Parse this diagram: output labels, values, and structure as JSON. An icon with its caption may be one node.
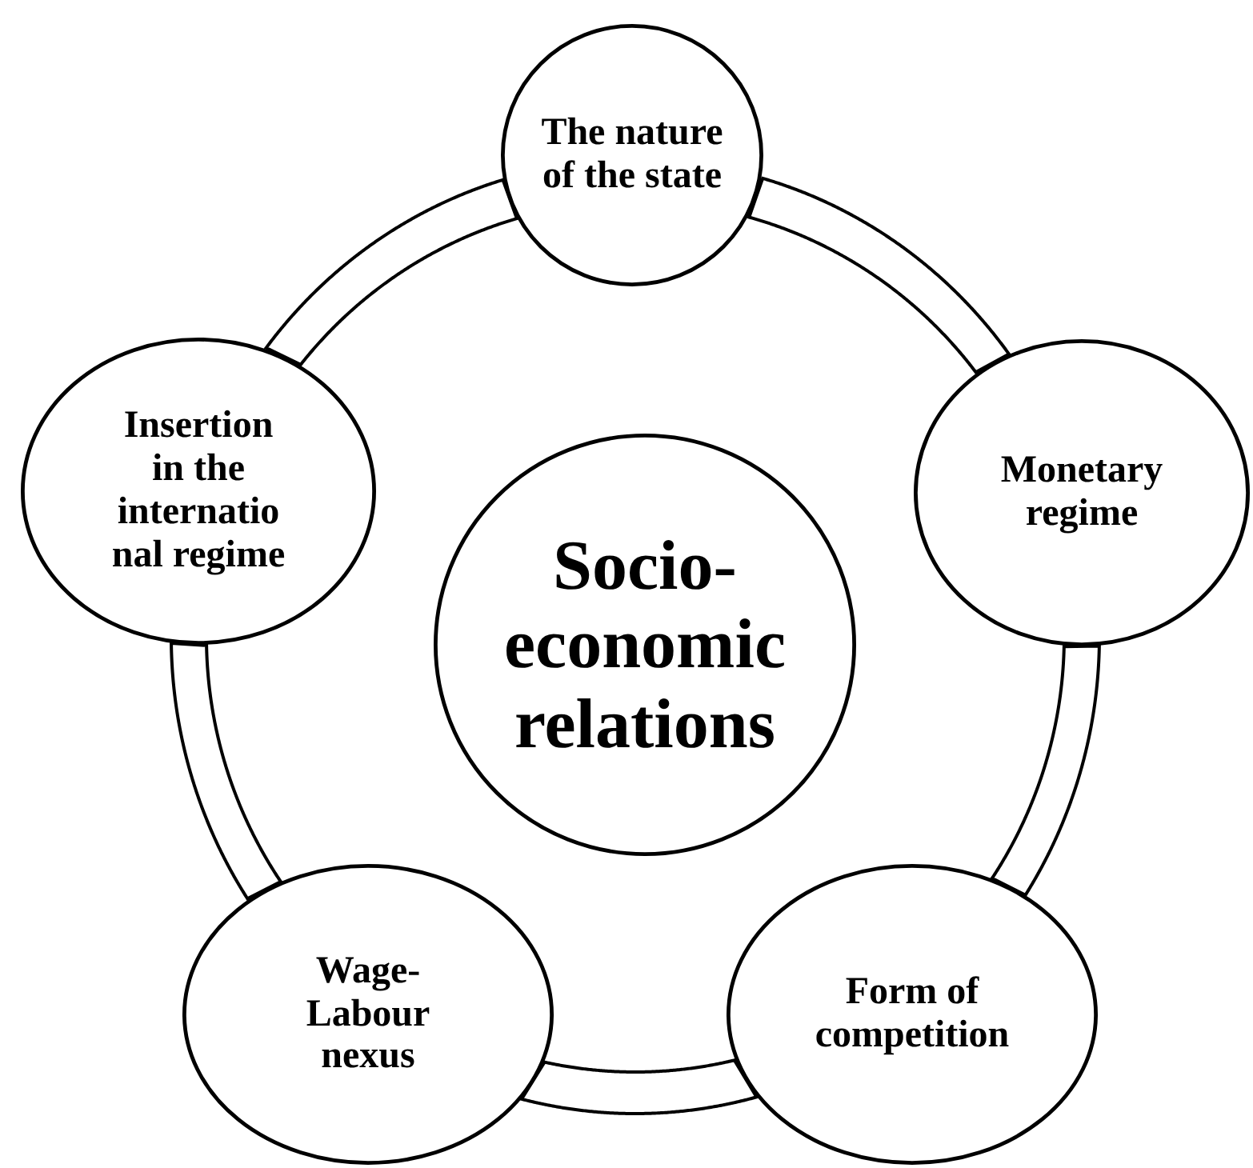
{
  "diagram": {
    "nodes": [
      {
        "text": [
          "Socio- economic relations"
        ]
      },
      {
        "text": [
          "The nature of the state"
        ]
      },
      {
        "text": [
          "Monetary regime"
        ]
      },
      {
        "text": [
          "Form of competition"
        ]
      },
      {
        "text": [
          "Wage- Labour nexus"
        ]
      },
      {
        "text": [
          "Insertion in the internatio nal regime"
        ]
      }
    ],
    "edges": [
      {
        "from": 1,
        "to": 2,
        "arrow": "none"
      },
      {
        "from": 2,
        "to": 3,
        "arrow": "none"
      },
      {
        "from": 3,
        "to": 4,
        "arrow": "none"
      },
      {
        "from": 4,
        "to": 5,
        "arrow": "none"
      },
      {
        "from": 5,
        "to": 1,
        "arrow": "none"
      }
    ]
  }
}
